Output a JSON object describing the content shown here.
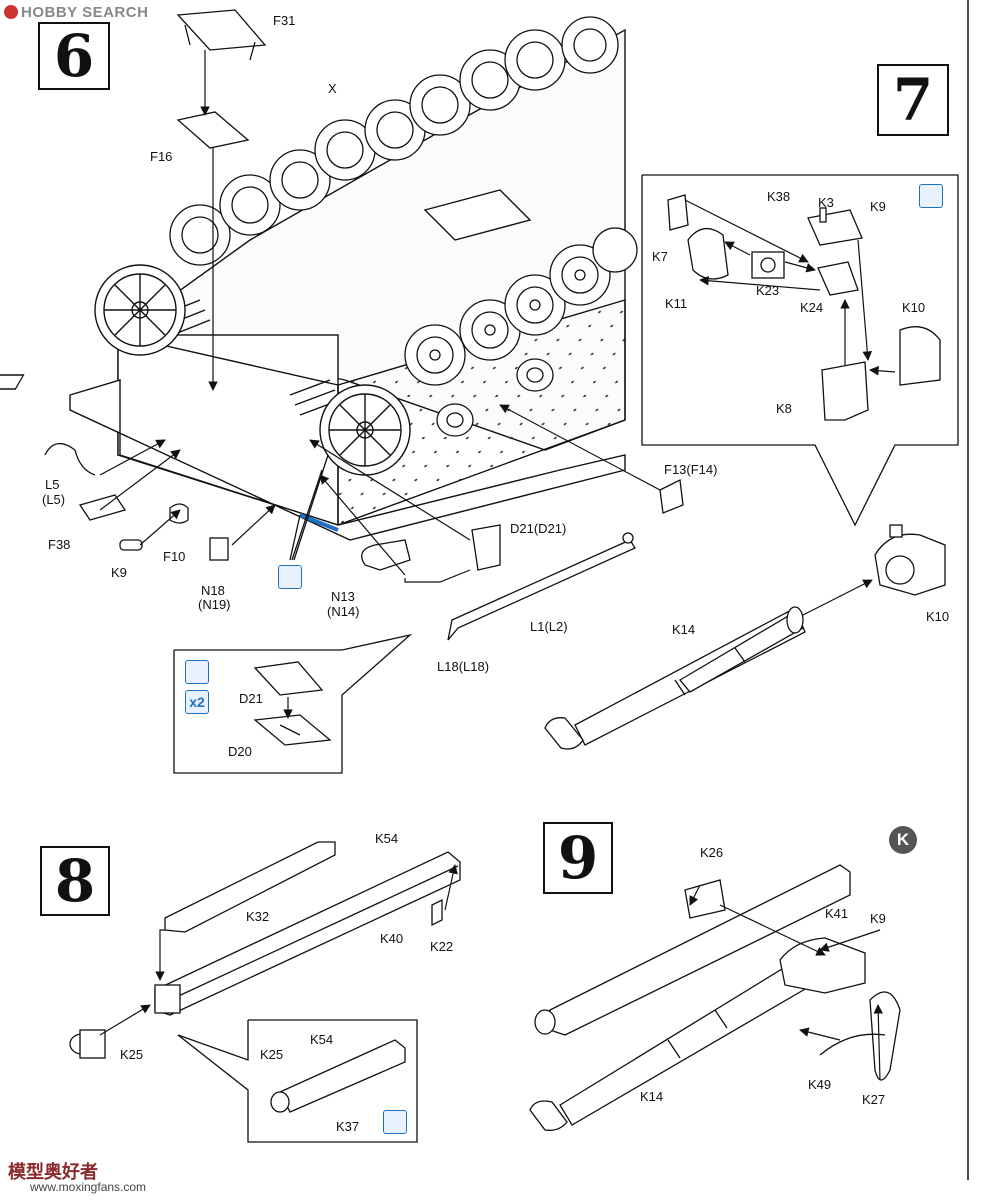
{
  "watermark": {
    "top": "HOBBY SEARCH",
    "bottom": "模型奥好者",
    "url": "www.moxingfans.com"
  },
  "steps": {
    "s6": "6",
    "s7": "7",
    "s8": "8",
    "s9": "9"
  },
  "badge_k": "K",
  "x2_label": "x2",
  "labels": {
    "F31": "F31",
    "X": "X",
    "F16": "F16",
    "L5": "L5",
    "L5p": "(L5)",
    "F38": "F38",
    "K9a": "K9",
    "F10": "F10",
    "N18": "N18",
    "N19p": "(N19)",
    "N13": "N13",
    "N14p": "(N14)",
    "D21D21": "D21(D21)",
    "L1L2": "L1(L2)",
    "L18": "L18(L18)",
    "F13": "F13(F14)",
    "D21": "D21",
    "D20": "D20",
    "K38": "K38",
    "K3": "K3",
    "K9b": "K9",
    "K7": "K7",
    "K11": "K11",
    "K23": "K23",
    "K24": "K24",
    "K10a": "K10",
    "K8": "K8",
    "K14a": "K14",
    "K10b": "K10",
    "K54a": "K54",
    "K32": "K32",
    "K40": "K40",
    "K22": "K22",
    "K25a": "K25",
    "K25b": "K25",
    "K54b": "K54",
    "K37": "K37",
    "K26": "K26",
    "K41": "K41",
    "K9c": "K9",
    "K49": "K49",
    "K27": "K27",
    "K14b": "K14"
  }
}
